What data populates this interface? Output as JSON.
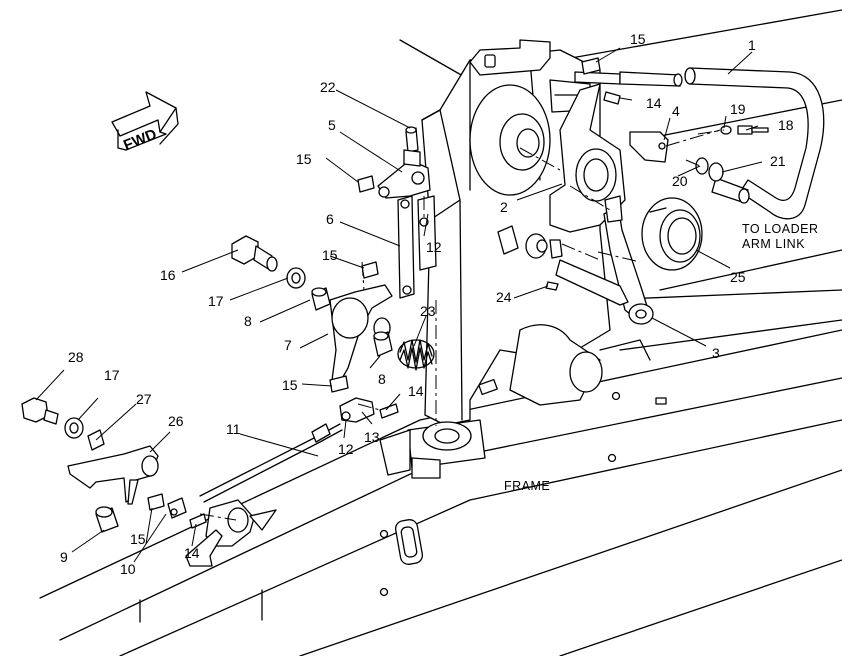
{
  "labels": {
    "fwd": "FWD",
    "frame": "FRAME",
    "loader_line1": "TO LOADER",
    "loader_line2": "ARM LINK"
  },
  "callouts": [
    {
      "id": "c1",
      "text": "1"
    },
    {
      "id": "c2",
      "text": "2"
    },
    {
      "id": "c3",
      "text": "3"
    },
    {
      "id": "c4",
      "text": "4"
    },
    {
      "id": "c5",
      "text": "5"
    },
    {
      "id": "c6",
      "text": "6"
    },
    {
      "id": "c7",
      "text": "7"
    },
    {
      "id": "c8a",
      "text": "8"
    },
    {
      "id": "c8b",
      "text": "8"
    },
    {
      "id": "c9",
      "text": "9"
    },
    {
      "id": "c10",
      "text": "10"
    },
    {
      "id": "c11",
      "text": "11"
    },
    {
      "id": "c12a",
      "text": "12"
    },
    {
      "id": "c12b",
      "text": "12"
    },
    {
      "id": "c13",
      "text": "13"
    },
    {
      "id": "c14a",
      "text": "14"
    },
    {
      "id": "c14b",
      "text": "14"
    },
    {
      "id": "c14c",
      "text": "14"
    },
    {
      "id": "c15a",
      "text": "15"
    },
    {
      "id": "c15b",
      "text": "15"
    },
    {
      "id": "c15c",
      "text": "15"
    },
    {
      "id": "c15d",
      "text": "15"
    },
    {
      "id": "c15e",
      "text": "15"
    },
    {
      "id": "c16",
      "text": "16"
    },
    {
      "id": "c17a",
      "text": "17"
    },
    {
      "id": "c17b",
      "text": "17"
    },
    {
      "id": "c18",
      "text": "18"
    },
    {
      "id": "c19",
      "text": "19"
    },
    {
      "id": "c20",
      "text": "20"
    },
    {
      "id": "c21",
      "text": "21"
    },
    {
      "id": "c22",
      "text": "22"
    },
    {
      "id": "c23",
      "text": "23"
    },
    {
      "id": "c24",
      "text": "24"
    },
    {
      "id": "c25",
      "text": "25"
    },
    {
      "id": "c26",
      "text": "26"
    },
    {
      "id": "c27",
      "text": "27"
    },
    {
      "id": "c28",
      "text": "28"
    }
  ]
}
